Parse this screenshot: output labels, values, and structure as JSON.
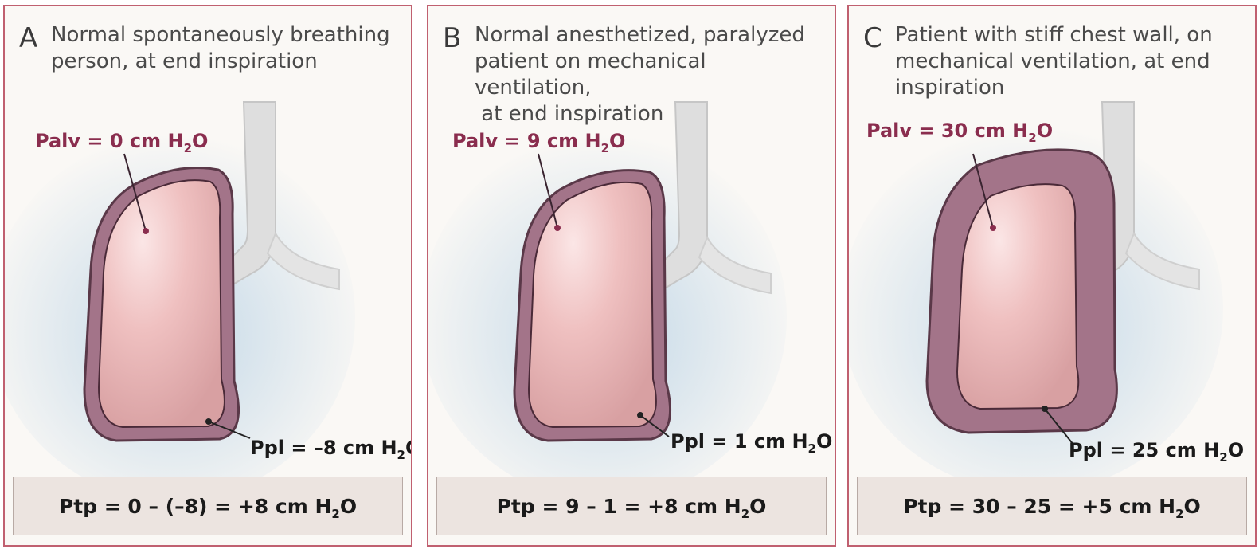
{
  "panels": [
    {
      "letter": "A",
      "caption_lines": [
        "Normal spontaneously breathing",
        "person, at end inspiration"
      ],
      "palv": {
        "prefix": "Palv = 0 cm H",
        "sub": "2",
        "suffix": "O"
      },
      "ppl": {
        "prefix": "Ppl = –8 cm H",
        "sub": "2",
        "suffix": "O"
      },
      "ptp": {
        "prefix": "Ptp = 0 – (–8) = +8 cm H",
        "sub": "2",
        "suffix": "O"
      }
    },
    {
      "letter": "B",
      "caption_lines": [
        "Normal anesthetized, paralyzed",
        "patient on mechanical ventilation,",
        " at end inspiration"
      ],
      "palv": {
        "prefix": "Palv = 9 cm H",
        "sub": "2",
        "suffix": "O"
      },
      "ppl": {
        "prefix": "Ppl = 1 cm H",
        "sub": "2",
        "suffix": "O"
      },
      "ptp": {
        "prefix": "Ptp = 9 – 1 = +8 cm H",
        "sub": "2",
        "suffix": "O"
      }
    },
    {
      "letter": "C",
      "caption_lines": [
        "Patient with stiff chest wall, on",
        "mechanical ventilation, at end",
        "inspiration"
      ],
      "palv": {
        "prefix": "Palv = 30 cm H",
        "sub": "2",
        "suffix": "O"
      },
      "ppl": {
        "prefix": "Ppl = 25 cm H",
        "sub": "2",
        "suffix": "O"
      },
      "ptp": {
        "prefix": "Ptp = 30 – 25 = +5 cm H",
        "sub": "2",
        "suffix": "O"
      }
    }
  ],
  "colors": {
    "border": "#c06070",
    "chest_wall": "#9a6a80",
    "lung": "#eab8b8",
    "palv_text": "#8a2d4e",
    "formula_box": "#ece4e0"
  }
}
